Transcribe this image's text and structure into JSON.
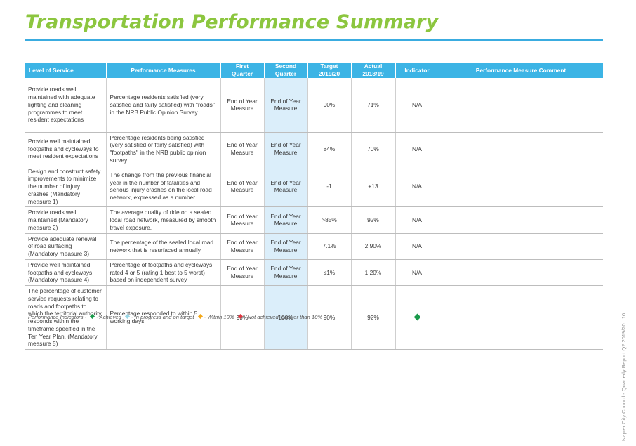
{
  "page": {
    "title": "Transportation Performance Summary",
    "footer": "Napier City Council - Quarterly Report Q2 2019/20",
    "page_number": "10"
  },
  "table": {
    "headers": {
      "service": "Level of Service",
      "measure": "Performance Measures",
      "q1_line1": "First",
      "q1_line2": "Quarter",
      "q2_line1": "Second",
      "q2_line2": "Quarter",
      "target_line1": "Target",
      "target_line2": "2019/20",
      "actual_line1": "Actual",
      "actual_line2": "2018/19",
      "indicator": "Indicator",
      "comment": "Performance Measure Comment"
    },
    "rows": [
      {
        "service": "Provide roads well maintained with adequate lighting and cleaning programmes to meet resident expectations",
        "measure": "Percentage residents satisfied (very satisfied and fairly satisfied) with \"roads\" in the NRB Public Opinion Survey",
        "q1": "End of Year Measure",
        "q2": "End of Year Measure",
        "target": "90%",
        "actual": "71%",
        "indicator": "N/A",
        "comment": ""
      },
      {
        "service": "Provide well maintained footpaths and cycleways to meet resident expectations",
        "measure": "Percentage residents being satisfied (very satisfied or fairly satisfied) with \"footpaths\" in the NRB public opinion survey",
        "q1": "End of Year Measure",
        "q2": "End of Year Measure",
        "target": "84%",
        "actual": "70%",
        "indicator": "N/A",
        "comment": ""
      },
      {
        "service": "Design and construct safety improvements to minimize the number of injury crashes (Mandatory measure 1)",
        "measure": "The change from the previous financial year in the number of fatalities and serious injury crashes on the local road network, expressed as a number.",
        "q1": "End of Year Measure",
        "q2": "End of Year Measure",
        "target": "-1",
        "actual": "+13",
        "indicator": "N/A",
        "comment": ""
      },
      {
        "service": "Provide roads well maintained (Mandatory measure 2)",
        "measure": "The average quality of ride on a sealed local road network, measured by smooth travel exposure.",
        "q1": "End of Year Measure",
        "q2": "End of Year Measure",
        "target": ">85%",
        "actual": "92%",
        "indicator": "N/A",
        "comment": ""
      },
      {
        "service": "Provide adequate renewal of road surfacing (Mandatory measure 3)",
        "measure": "The percentage of the sealed local road network that is resurfaced annually",
        "q1": "End of Year Measure",
        "q2": "End of Year Measure",
        "target": "7.1%",
        "actual": "2.90%",
        "indicator": "N/A",
        "comment": ""
      },
      {
        "service": "Provide well maintained footpaths and cycleways (Mandatory measure 4)",
        "measure": "Percentage of footpaths and cycleways rated 4 or 5 (rating 1 best to 5 worst) based on independent survey",
        "q1": "End of Year Measure",
        "q2": "End of Year Measure",
        "target": "≤1%",
        "actual": "1.20%",
        "indicator": "N/A",
        "comment": ""
      },
      {
        "service": "The percentage of customer service requests relating to roads and footpaths to which the territorial authority responds within the timeframe specified in the Ten Year Plan. (Mandatory measure 5)",
        "measure": "Percentage responded to within 5 working days",
        "q1": "99%",
        "q2": "100%",
        "target": "90%",
        "actual": "92%",
        "indicator": "",
        "indicator_icon": "achieved-diamond-icon",
        "comment": ""
      }
    ]
  },
  "legend": {
    "prefix": "Performance Indicators -",
    "items": [
      {
        "icon": "achieved-diamond-icon",
        "color": "#1a9a4b",
        "label": "- Achieved"
      },
      {
        "icon": "in-progress-diamond-icon",
        "color": "#9bd7e6",
        "label": "- In progress and on target"
      },
      {
        "icon": "within-10-diamond-icon",
        "color": "#f3a81a",
        "label": "- Within 10%"
      },
      {
        "icon": "not-achieved-diamond-icon",
        "color": "#e0353f",
        "label": "- Not achieved, greater than 10%"
      }
    ]
  },
  "colors": {
    "title": "#8cc63f",
    "header_bg": "#3cb4e5",
    "rule": "#3aace0",
    "q2_column_bg": "#dbeefa"
  }
}
